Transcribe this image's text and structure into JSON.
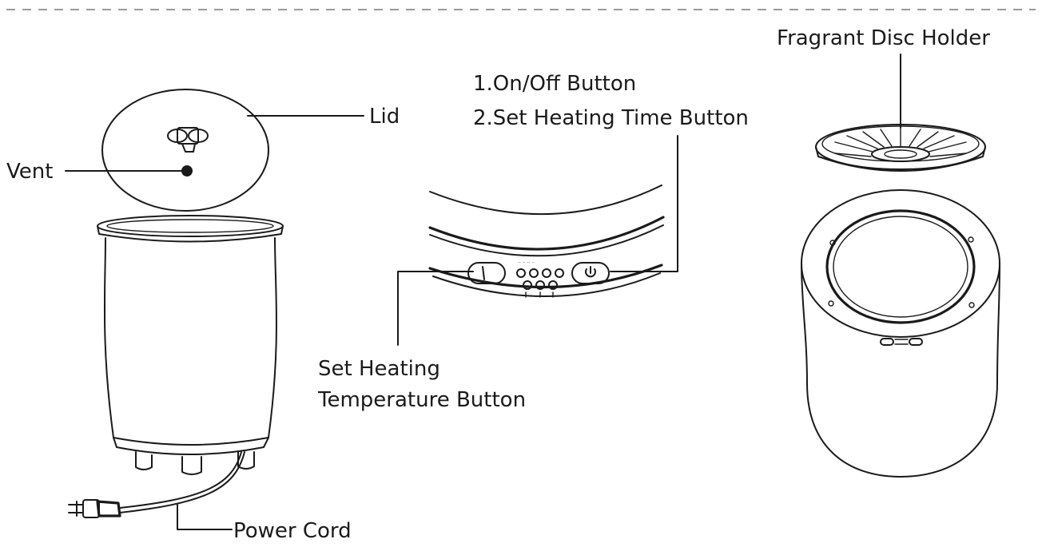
{
  "labels": {
    "lid": "Lid",
    "vent": "Vent",
    "power_cord": "Power Cord",
    "on_off": "1.On/Off Button",
    "set_time": "2.Set Heating Time Button",
    "set_temp_line1": "Set Heating",
    "set_temp_line2": "Temperature Button",
    "disc_holder": "Fragrant Disc Holder"
  },
  "colors": {
    "line": "#1a1a1a",
    "background": "#ffffff"
  }
}
